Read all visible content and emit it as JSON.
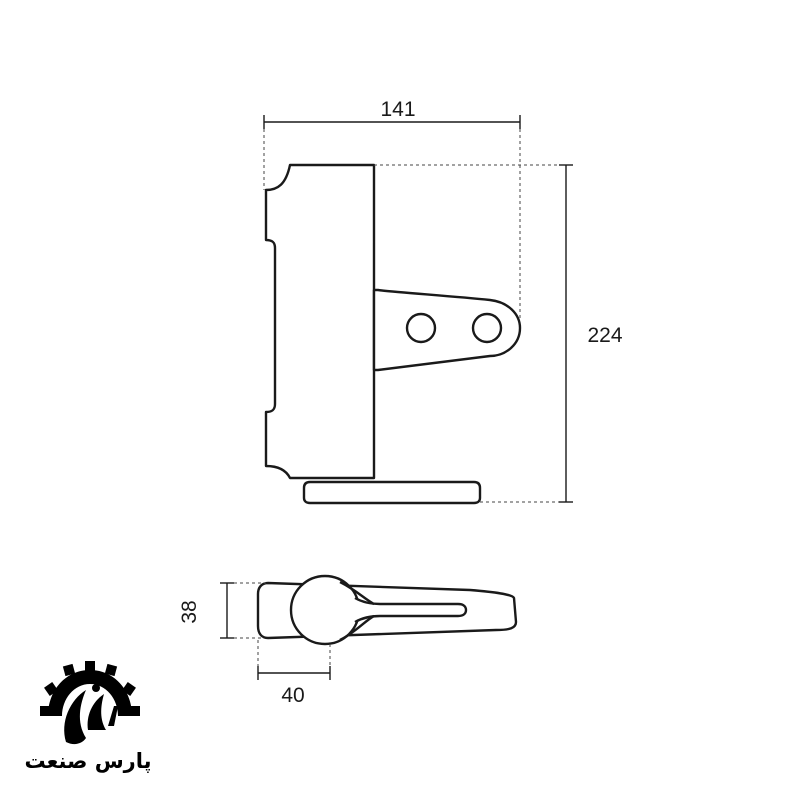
{
  "dimensions": {
    "width_top": "141",
    "height_side": "224",
    "height_bottom": "38",
    "width_bottom": "40"
  },
  "logo": {
    "text": "پارس صنعت",
    "color": "#000000"
  },
  "colors": {
    "stroke": "#1a1a1a",
    "background": "#ffffff"
  }
}
